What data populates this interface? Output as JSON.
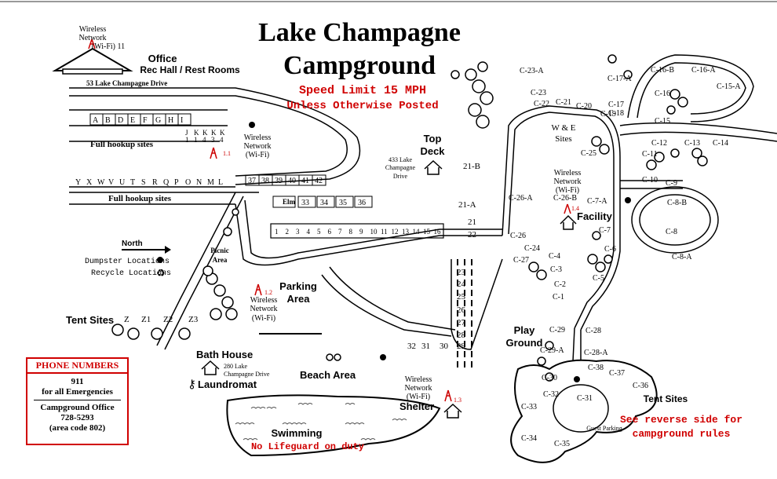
{
  "title": {
    "line1": "Lake Champagne",
    "line2": "Campground"
  },
  "speed": {
    "line1": "Speed Limit 15 MPH",
    "line2": "Unless Otherwise Posted"
  },
  "office": {
    "title": "Office",
    "subtitle": "Rec Hall / Rest Rooms"
  },
  "addresses": {
    "drive53": "53 Lake Champagne Drive",
    "top_deck_addr_1": "433 Lake",
    "top_deck_addr_2": "Champagne",
    "top_deck_addr_3": "Drive",
    "bath_addr_1": "280 Lake",
    "bath_addr_2": "Champagne Drive"
  },
  "wifi": {
    "w11": [
      "Wireless",
      "Network",
      "(Wi-Fi) 11"
    ],
    "w11b": [
      "Wireless",
      "Network",
      "(Wi-Fi)"
    ],
    "w12": [
      "Wireless",
      "Network",
      "(Wi-Fi)"
    ],
    "w13": [
      "Wireless",
      "Network",
      "(Wi-Fi)"
    ],
    "w14": [
      "Wireless",
      "Network",
      "(Wi-Fi)"
    ]
  },
  "labels": {
    "full_hookup_1": "Full hookup sites",
    "full_hookup_2": "Full hookup sites",
    "top_deck_1": "Top",
    "top_deck_2": "Deck",
    "north": "North",
    "dumpster": "Dumpster Locations",
    "recycle": "Recycle Locations",
    "picnic_1": "Picnic",
    "picnic_2": "Area",
    "parking_1": "Parking",
    "parking_2": "Area",
    "tent_sites_left": "Tent Sites",
    "tent_sites_right": "Tent Sites",
    "bath_house": "Bath House",
    "laundromat": "Laundromat",
    "beach": "Beach Area",
    "swimming": "Swimming",
    "no_lifeguard": "No Lifeguard on duty",
    "shelter": "Shelter",
    "play_1": "Play",
    "play_2": "Ground",
    "facility": "Facility",
    "we_sites_1": "W & E",
    "we_sites_2": "Sites",
    "guest_parking": "Guest Parking",
    "elm": "Elm",
    "see_reverse_1": "See reverse side for",
    "see_reverse_2": "campground rules"
  },
  "phone": {
    "header": "PHONE NUMBERS",
    "line1": "911",
    "line2": "for all Emergencies",
    "line3": "Campground Office",
    "line4": "728-5293",
    "line5": "(area code 802)"
  },
  "sites": {
    "row_top_letters": [
      "A",
      "B",
      "D",
      "E",
      "F",
      "G",
      "H",
      "I"
    ],
    "row_jk": [
      "J",
      "K",
      "K",
      "K",
      "K"
    ],
    "row_jk_nums": [
      "1",
      "1",
      "4",
      "3",
      "4"
    ],
    "row_bottom": [
      "Y",
      "X",
      "W",
      "V",
      "U",
      "T",
      "S",
      "R",
      "Q",
      "P",
      "O",
      "N",
      "M",
      "L"
    ],
    "row_37": [
      "37",
      "38",
      "39",
      "40",
      "41",
      "42"
    ],
    "row_33": [
      "33",
      "34",
      "35",
      "36"
    ],
    "row_diag": [
      "1",
      "2",
      "3",
      "4",
      "5",
      "6",
      "7",
      "8",
      "9",
      "10",
      "11",
      "12",
      "13",
      "14",
      "15",
      "16"
    ],
    "row_21_32": [
      "21-B",
      "21-A",
      "21",
      "22",
      "23",
      "24",
      "25",
      "26",
      "27",
      "28",
      "29",
      "32",
      "31",
      "30"
    ],
    "tent_z": [
      "Z",
      "Z1",
      "Z2",
      "Z3"
    ],
    "c_sites": [
      "C-23-A",
      "C-23",
      "C-22",
      "C-21",
      "C-20",
      "C-19",
      "C-18",
      "C-17",
      "C-17-A",
      "C-16-B",
      "C-16-A",
      "C-15-A",
      "C-16",
      "C-15",
      "C-12",
      "C-13",
      "C-14",
      "C-11",
      "C-10",
      "C-9",
      "C-8-B",
      "C-8",
      "C-8-A",
      "C-25",
      "C-26-A",
      "C-26-B",
      "C-7-A",
      "C-7",
      "C-6",
      "C-5",
      "C-4",
      "C-3",
      "C-2",
      "C-1",
      "C-26",
      "C-24",
      "C-27",
      "C-29",
      "C-28",
      "C-29-A",
      "C-28-A",
      "C-30",
      "C-32",
      "C-33",
      "C-34",
      "C-35",
      "C-31",
      "C-38",
      "C-37",
      "C-36"
    ],
    "wifi_numbers": [
      "1.1",
      "1.2",
      "1.3",
      "1.4"
    ]
  }
}
